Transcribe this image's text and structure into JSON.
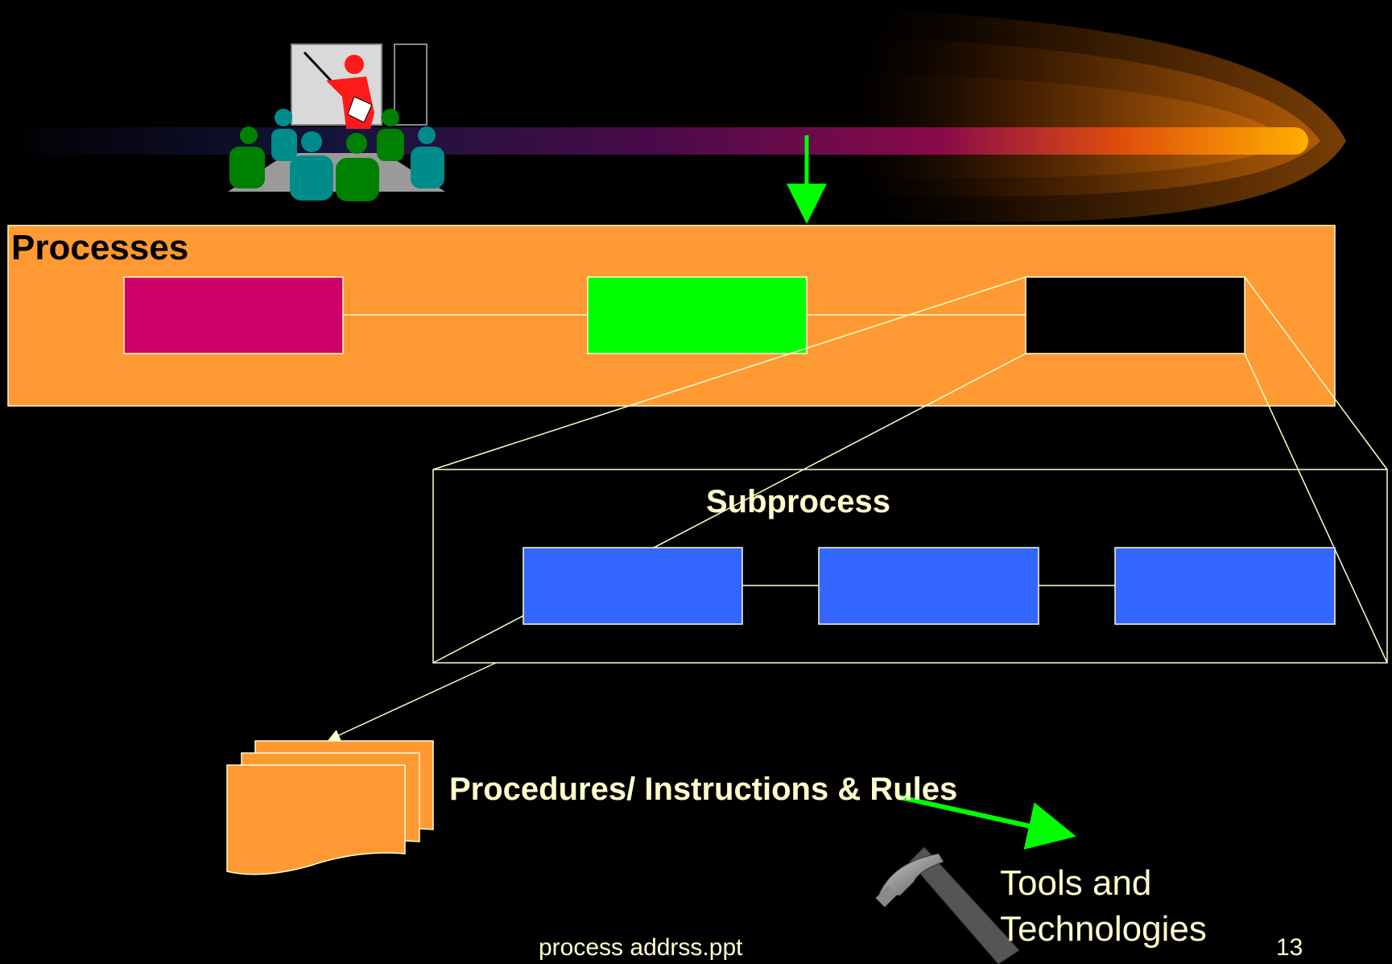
{
  "slide": {
    "processes_label": "Processes",
    "subprocess_label": "Subprocess",
    "procedures_label": "Procedures/ Instructions & Rules",
    "tools_label": "Tools  and Technologies",
    "footer_filename": "process addrss.ppt",
    "page_number": "13"
  },
  "icons": [
    "presentation-meeting-icon",
    "hammer-icon",
    "document-stack-icon"
  ],
  "colors": {
    "background": "#000000",
    "process_band": "#FF9933",
    "process_step_1": "#CC0066",
    "process_step_2": "#00FF00",
    "process_step_3": "#000000",
    "subprocess_step": "#3366FF",
    "text_light": "#FFFFCC",
    "arrow_green": "#00FF00"
  }
}
